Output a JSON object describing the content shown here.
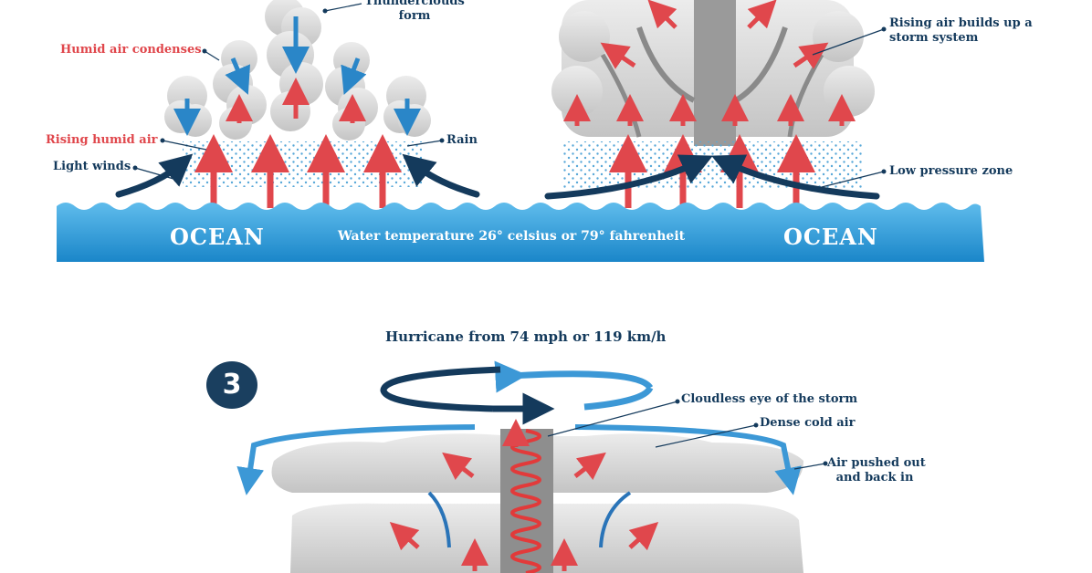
{
  "panel1": {
    "labels": {
      "thunderclouds": "Thunderclouds\nform",
      "humid_condenses": "Humid air condenses",
      "rising_humid": "Rising humid air",
      "light_winds": "Light winds",
      "rain": "Rain"
    }
  },
  "panel2": {
    "labels": {
      "rising_builds": "Rising air builds up a\nstorm system",
      "low_pressure": "Low pressure zone"
    }
  },
  "ocean": {
    "left_label": "OCEAN",
    "right_label": "OCEAN",
    "temperature_note": "Water temperature 26° celsius or 79° fahrenheit"
  },
  "panel3": {
    "step_number": "3",
    "title": "Hurricane from 74 mph or 119 km/h",
    "labels": {
      "eye": "Cloudless eye of the storm",
      "dense_air": "Dense cold air",
      "pushed": "Air pushed out\nand back in"
    }
  },
  "colors": {
    "navy": "#143a5c",
    "red": "#e0474c",
    "ocean_dark": "#1f8fd0",
    "ocean_light": "#58b8ec",
    "cloud": "#d9d9d9"
  }
}
